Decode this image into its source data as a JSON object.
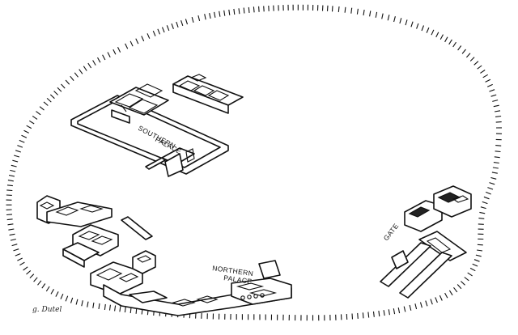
{
  "labels": {
    "southern_1": "SOUTHERN",
    "southern_2": "PALACE",
    "northern_1": "NORTHERN",
    "northern_2": "PALACE",
    "gate": "GATE",
    "signature": "g. Dutel"
  }
}
